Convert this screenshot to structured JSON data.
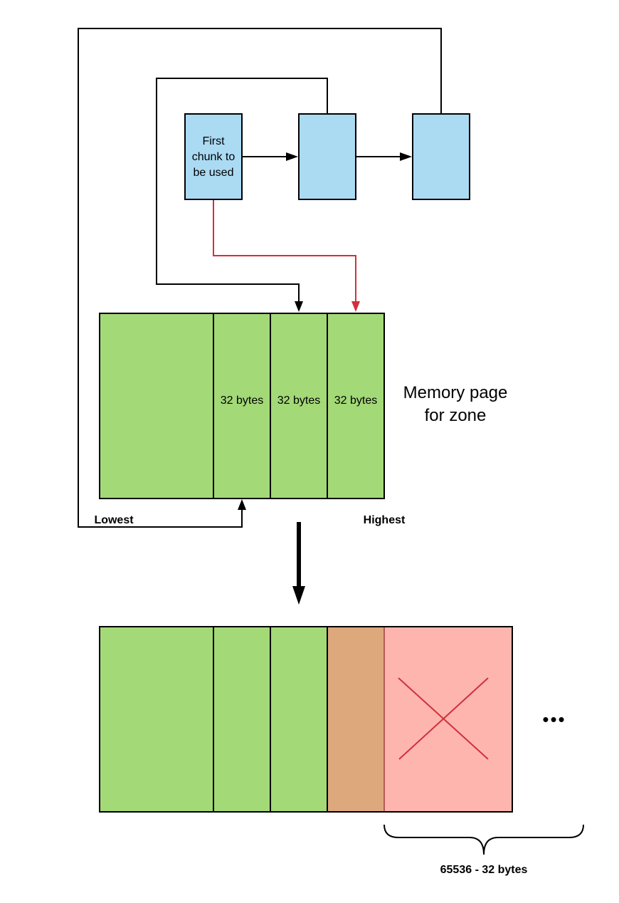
{
  "diagram": {
    "colors": {
      "chunk_fill": "#abdaf3",
      "page_fill": "#a3d977",
      "partial_fill": "#dda87b",
      "unused_fill": "#fdb5ae",
      "unused_border": "#b55a55",
      "red_line": "#d0313c",
      "stroke": "#000000"
    },
    "chunk_list": {
      "first_chunk_label_lines": [
        "First",
        "chunk to",
        "be used"
      ]
    },
    "memory_page": {
      "cell_labels": [
        "32 bytes",
        "32 bytes",
        "32 bytes"
      ],
      "title_lines": [
        "Memory page",
        "for zone"
      ],
      "lowest_label": "Lowest",
      "highest_label": "Highest"
    },
    "result_page": {
      "ellipsis": "•••",
      "brace_label": "65536 - 32 bytes"
    }
  }
}
